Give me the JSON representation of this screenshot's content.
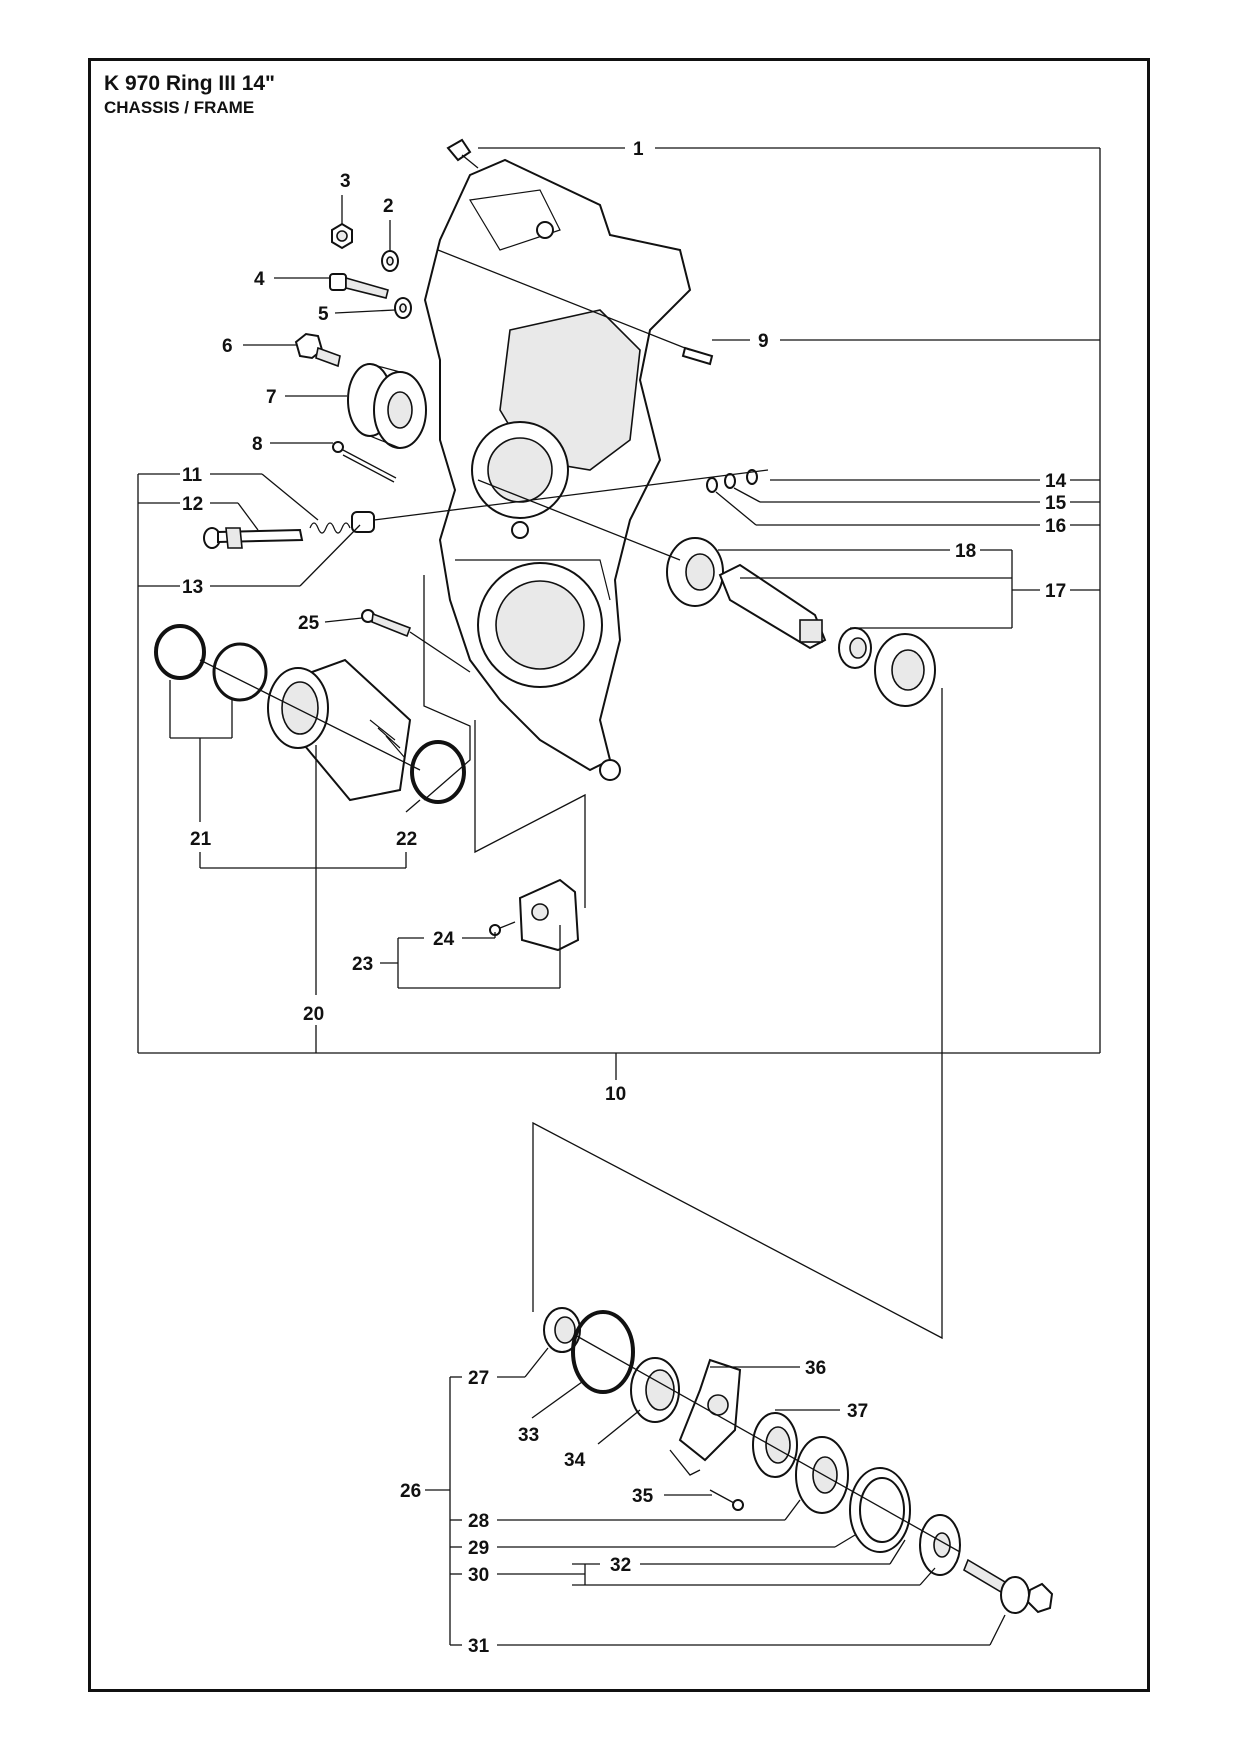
{
  "header": {
    "model": "K 970 Ring III 14\"",
    "section": "CHASSIS / FRAME"
  },
  "callouts": {
    "c1": "1",
    "c2": "2",
    "c3": "3",
    "c4": "4",
    "c5": "5",
    "c6": "6",
    "c7": "7",
    "c8": "8",
    "c9": "9",
    "c10": "10",
    "c11": "11",
    "c12": "12",
    "c13": "13",
    "c14": "14",
    "c15": "15",
    "c16": "16",
    "c17": "17",
    "c18": "18",
    "c20": "20",
    "c21": "21",
    "c22": "22",
    "c23": "23",
    "c24": "24",
    "c25": "25",
    "c26": "26",
    "c27": "27",
    "c28": "28",
    "c29": "29",
    "c30": "30",
    "c31": "31",
    "c32": "32",
    "c33": "33",
    "c34": "34",
    "c35": "35",
    "c36": "36",
    "c37": "37"
  },
  "parts": [
    "grease-nipple",
    "washer",
    "nut",
    "screw",
    "washer-small",
    "flange-screw",
    "pulley",
    "long-bolt",
    "pin",
    "frame-casting",
    "spring",
    "guide-bolt",
    "sleeve",
    "o-ring",
    "spacer-sleeve",
    "shaft",
    "bearing",
    "cylinder-housing",
    "seal-rings",
    "cover-plate",
    "drive-assembly"
  ]
}
